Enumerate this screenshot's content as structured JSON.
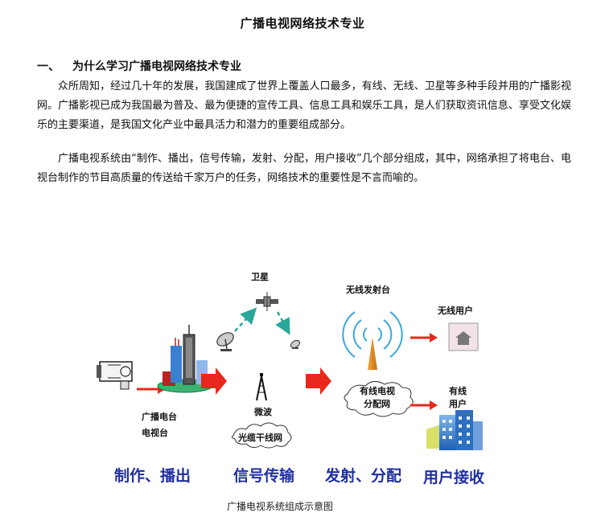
{
  "document": {
    "title": "广播电视网络技术专业",
    "section": {
      "number": "一、",
      "heading": "为什么学习广播电视网络技术专业"
    },
    "paragraphs": [
      "众所周知，经过几十年的发展，我国建成了世界上覆盖人口最多，有线、无线、卫星等多种手段并用的广播影视网。广播影视已成为我国最为普及、最为便捷的宣传工具、信息工具和娱乐工具，是人们获取资讯信息、享受文化娱乐的主要渠道，是我国文化产业中最具活力和潜力的重要组成部分。",
      "广播电视系统由“制作、播出，信号传输，发射、分配，用户接收”几个部分组成，其中，网络承担了将电台、电视台制作的节目高质量的传送给千家万户的任务，网络技术的重要性是不言而喻的。"
    ]
  },
  "diagram": {
    "labels": {
      "satellite": "卫星",
      "wireless_tower": "无线发射台",
      "wireless_user": "无线用户",
      "wired_network_line1": "有线电视",
      "wired_network_line2": "分配网",
      "wired_user_line1": "有线",
      "wired_user_line2": "用户",
      "station_line1": "广播电台",
      "station_line2": "电视台",
      "microwave": "微波",
      "fiber": "光缆干线网"
    },
    "stages": [
      "制作、播出",
      "信号传输",
      "发射、分配",
      "用户接收"
    ],
    "caption": "广播电视系统组成示意图",
    "colors": {
      "red_arrow": "#e8281c",
      "teal_arrow": "#2aa79b",
      "stage_text": "#2030a0",
      "radio_wave": "#3aa8e0",
      "building_blue": "#3b7fd0"
    }
  }
}
